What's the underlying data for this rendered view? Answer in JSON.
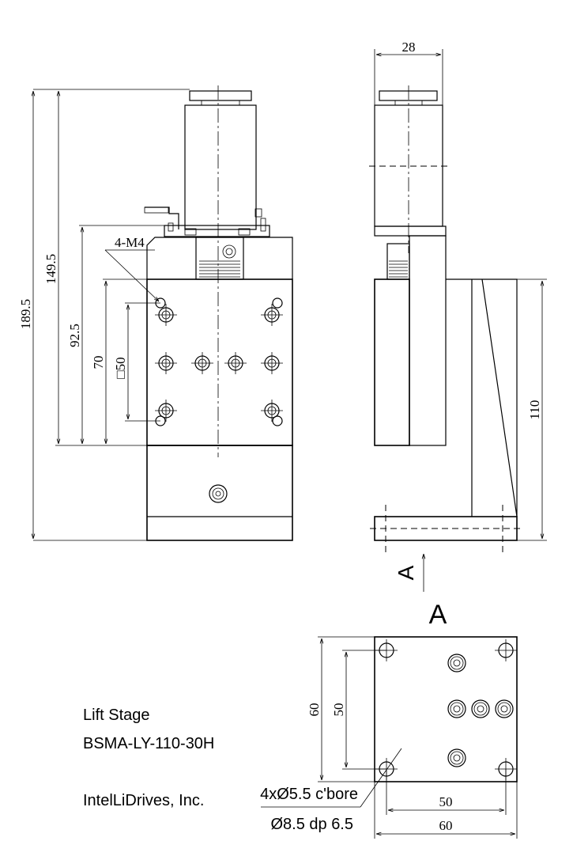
{
  "title": {
    "line1": "Lift Stage",
    "line2": "BSMA-LY-110-30H",
    "company": "IntelLiDrives, Inc."
  },
  "front_view": {
    "dim_overall": "189.5",
    "dim_top": "149.5",
    "dim_mid": "92.5",
    "dim_table": "70",
    "dim_square": "□50",
    "thread_note": "4-M4"
  },
  "side_view": {
    "dim_width": "28",
    "dim_height": "110"
  },
  "section": {
    "arrow_label": "A",
    "view_label": "A"
  },
  "bottom_view": {
    "dim_outer_v": "60",
    "dim_inner_v": "50",
    "dim_inner_h": "50",
    "dim_outer_h": "60",
    "hole_note_1": "4xØ5.5 c'bore",
    "hole_note_2": "Ø8.5 dp 6.5"
  }
}
